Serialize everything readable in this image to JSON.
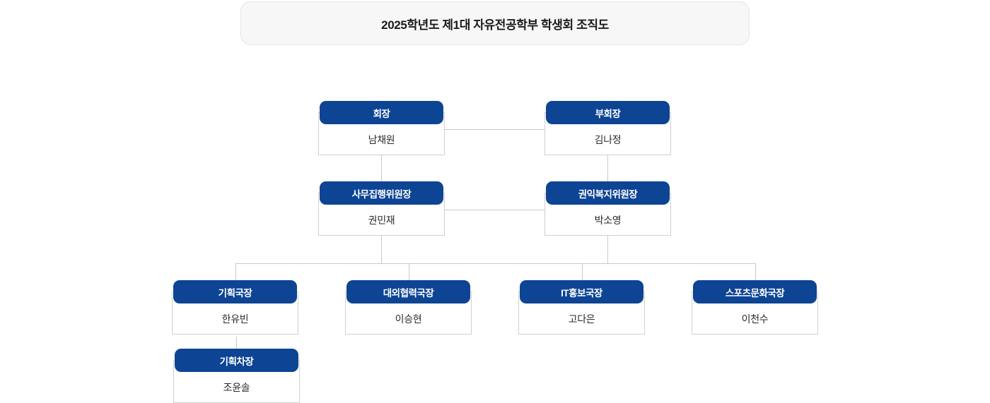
{
  "title": {
    "text": "2025학년도 제1대 자유전공학부 학생회 조직도"
  },
  "colors": {
    "header_navy": "#0d4494",
    "card_body": "#ffffff",
    "card_border": "#d0d0d0",
    "connector": "#c9c9c9",
    "banner_bg": "#f7f7f7",
    "banner_border": "#e6e6e6",
    "title_text": "#1a1a1a",
    "name_text": "#2b2b2b"
  },
  "org": {
    "level1": [
      {
        "role": "회장",
        "name": "남채원"
      },
      {
        "role": "부회장",
        "name": "김나정"
      }
    ],
    "level2": [
      {
        "role": "사무집행위원장",
        "name": "권민재"
      },
      {
        "role": "권익복지위원장",
        "name": "박소영"
      }
    ],
    "level3": [
      {
        "role": "기획국장",
        "name": "한유빈"
      },
      {
        "role": "대외협력국장",
        "name": "이승현"
      },
      {
        "role": "IT홍보국장",
        "name": "고다은"
      },
      {
        "role": "스포츠문화국장",
        "name": "이천수"
      }
    ],
    "level4": [
      {
        "role": "기획차장",
        "name": "조윤솔"
      }
    ]
  }
}
